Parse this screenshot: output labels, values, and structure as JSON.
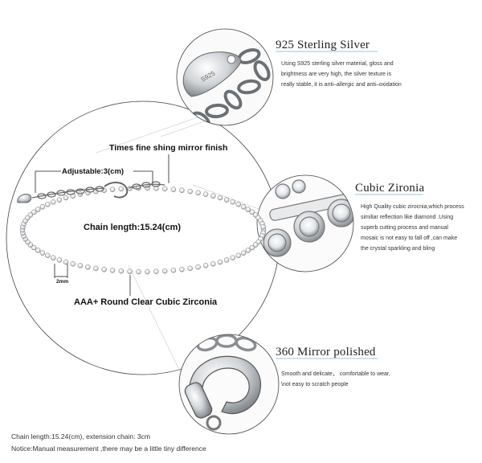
{
  "features": [
    {
      "title": "925 Sterling Silver",
      "lines": [
        "Using S925 sterling silver material, gloss and",
        "brightness are very high, the silver texture is",
        "really stable, it is anti–allergic and anti–oxidation"
      ]
    },
    {
      "title": "Cubic Zironia",
      "lines": [
        "High Quality cubic zirocnia,which process",
        "similiar reflection like diamond .Using",
        "superb cutting process and manual",
        "mosaic is not easy to fall off ,can make",
        "the crystal sparkling and bling"
      ]
    },
    {
      "title": "360 Mirror polished",
      "lines": [
        "Smooth and delicate， comfortable to wear,",
        "\\not easy to scratch people"
      ]
    }
  ],
  "bracelet": {
    "finish_label": "Times fine shing mirror finish",
    "adjustable_label": "Adjustable:3(cm)",
    "chain_length_label": "Chain length:15.24(cm)",
    "width_label": "2mm",
    "stone_label": "AAA+ Round Clear Cubic Zirconia",
    "tag_text": "S925"
  },
  "footer": {
    "line1": "Chain length:15.24(cm), extension chain: 3cm",
    "line2": "Notice:Manual measurement ,there may be a little tiny  difference"
  },
  "colors": {
    "accent_line": "#7fb3d5",
    "silver": "#bfc3c7",
    "outline": "#555555"
  }
}
